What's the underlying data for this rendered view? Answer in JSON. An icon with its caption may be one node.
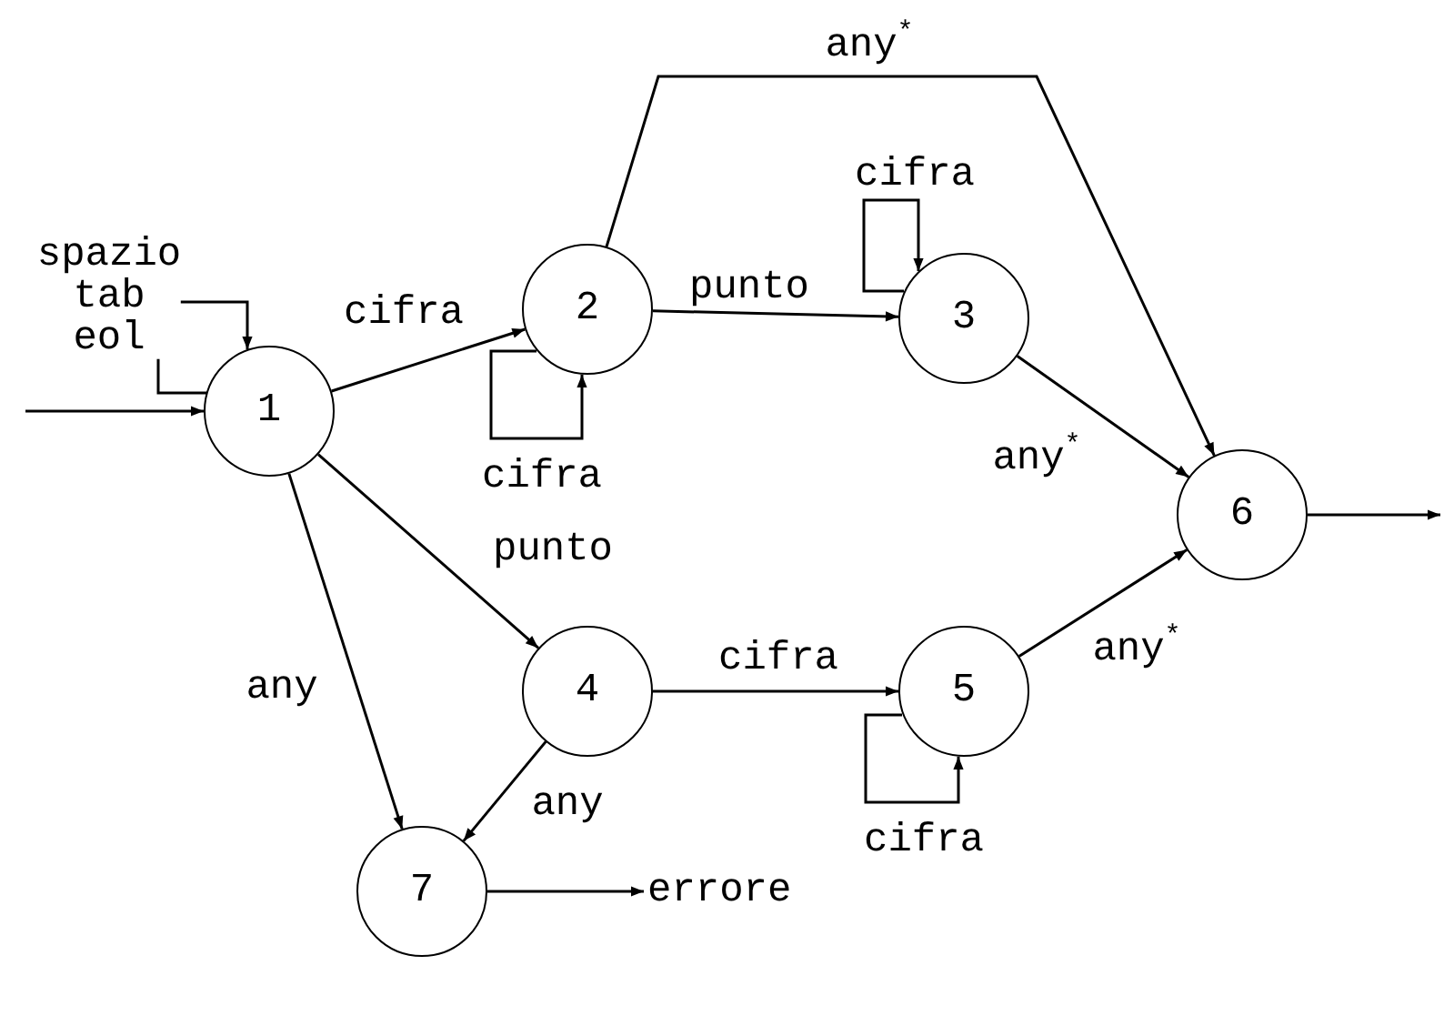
{
  "diagram": {
    "nodes": [
      {
        "text": [
          "1"
        ]
      },
      {
        "text": [
          "2"
        ]
      },
      {
        "text": [
          "3"
        ]
      },
      {
        "text": [
          "4"
        ]
      },
      {
        "text": [
          "5"
        ]
      },
      {
        "text": [
          "6"
        ]
      },
      {
        "text": [
          "7"
        ]
      },
      {
        "text": [
          "errore"
        ]
      }
    ],
    "edges": [
      {
        "from": null,
        "to": 0,
        "arrow": "to"
      },
      {
        "from": 0,
        "to": 0,
        "arrow": "to",
        "label": "spazio tab eol"
      },
      {
        "from": 0,
        "to": 1,
        "arrow": "to",
        "label": "cifra"
      },
      {
        "from": 1,
        "to": 1,
        "arrow": "to",
        "label": "cifra"
      },
      {
        "from": 1,
        "to": 2,
        "arrow": "to",
        "label": "punto"
      },
      {
        "from": 2,
        "to": 2,
        "arrow": "to",
        "label": "cifra"
      },
      {
        "from": 1,
        "to": 5,
        "arrow": "to",
        "label": "any$^{*}$"
      },
      {
        "from": 2,
        "to": 5,
        "arrow": "to",
        "label": "any$^{*}$"
      },
      {
        "from": 0,
        "to": 3,
        "arrow": "to",
        "label": "punto"
      },
      {
        "from": 3,
        "to": 4,
        "arrow": "to",
        "label": "cifra"
      },
      {
        "from": 4,
        "to": 4,
        "arrow": "to",
        "label": "cifra"
      },
      {
        "from": 4,
        "to": 5,
        "arrow": "to",
        "label": "any$^{*}$"
      },
      {
        "from": 5,
        "to": null,
        "arrow": "to"
      },
      {
        "from": 0,
        "to": 6,
        "arrow": "to",
        "label": "any"
      },
      {
        "from": 3,
        "to": 6,
        "arrow": "to",
        "label": "any"
      },
      {
        "from": 6,
        "to": 7,
        "arrow": "to"
      }
    ]
  }
}
